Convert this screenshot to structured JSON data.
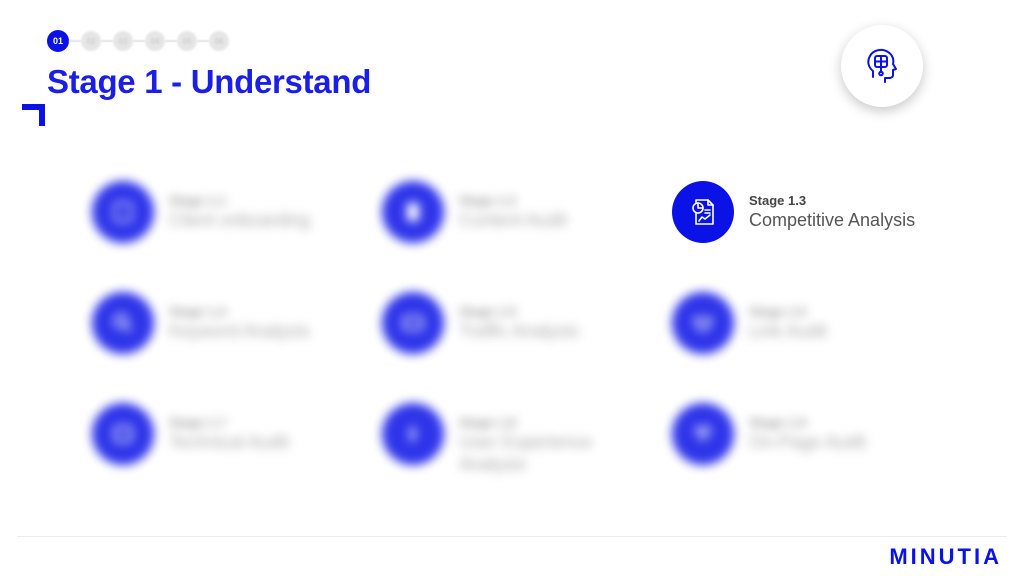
{
  "stepper": {
    "steps": [
      "01",
      "02",
      "03",
      "04",
      "05",
      "06"
    ]
  },
  "title": "Stage 1 - Understand",
  "stages": [
    {
      "num": "Stage 1.1",
      "name": "Client onboarding",
      "icon": "onboarding-icon"
    },
    {
      "num": "Stage 1.2",
      "name": "Content Audit",
      "icon": "document-icon"
    },
    {
      "num": "Stage 1.3",
      "name": "Competitive Analysis",
      "icon": "analysis-report-icon"
    },
    {
      "num": "Stage 1.4",
      "name": "Keyword Analysis",
      "icon": "keyword-icon"
    },
    {
      "num": "Stage 1.5",
      "name": "Traffic Analysis",
      "icon": "traffic-icon"
    },
    {
      "num": "Stage 1.6",
      "name": "Link Audit",
      "icon": "link-icon"
    },
    {
      "num": "Stage 1.7",
      "name": "Technical Audit",
      "icon": "technical-icon"
    },
    {
      "num": "Stage 1.8",
      "name": "User Experience Analysis",
      "icon": "ux-icon"
    },
    {
      "num": "Stage 1.9",
      "name": "On-Page Audit",
      "icon": "page-audit-icon"
    }
  ],
  "logo": "MINUTIA",
  "colors": {
    "accent": "#0a12e6",
    "title": "#1a1ee6"
  }
}
